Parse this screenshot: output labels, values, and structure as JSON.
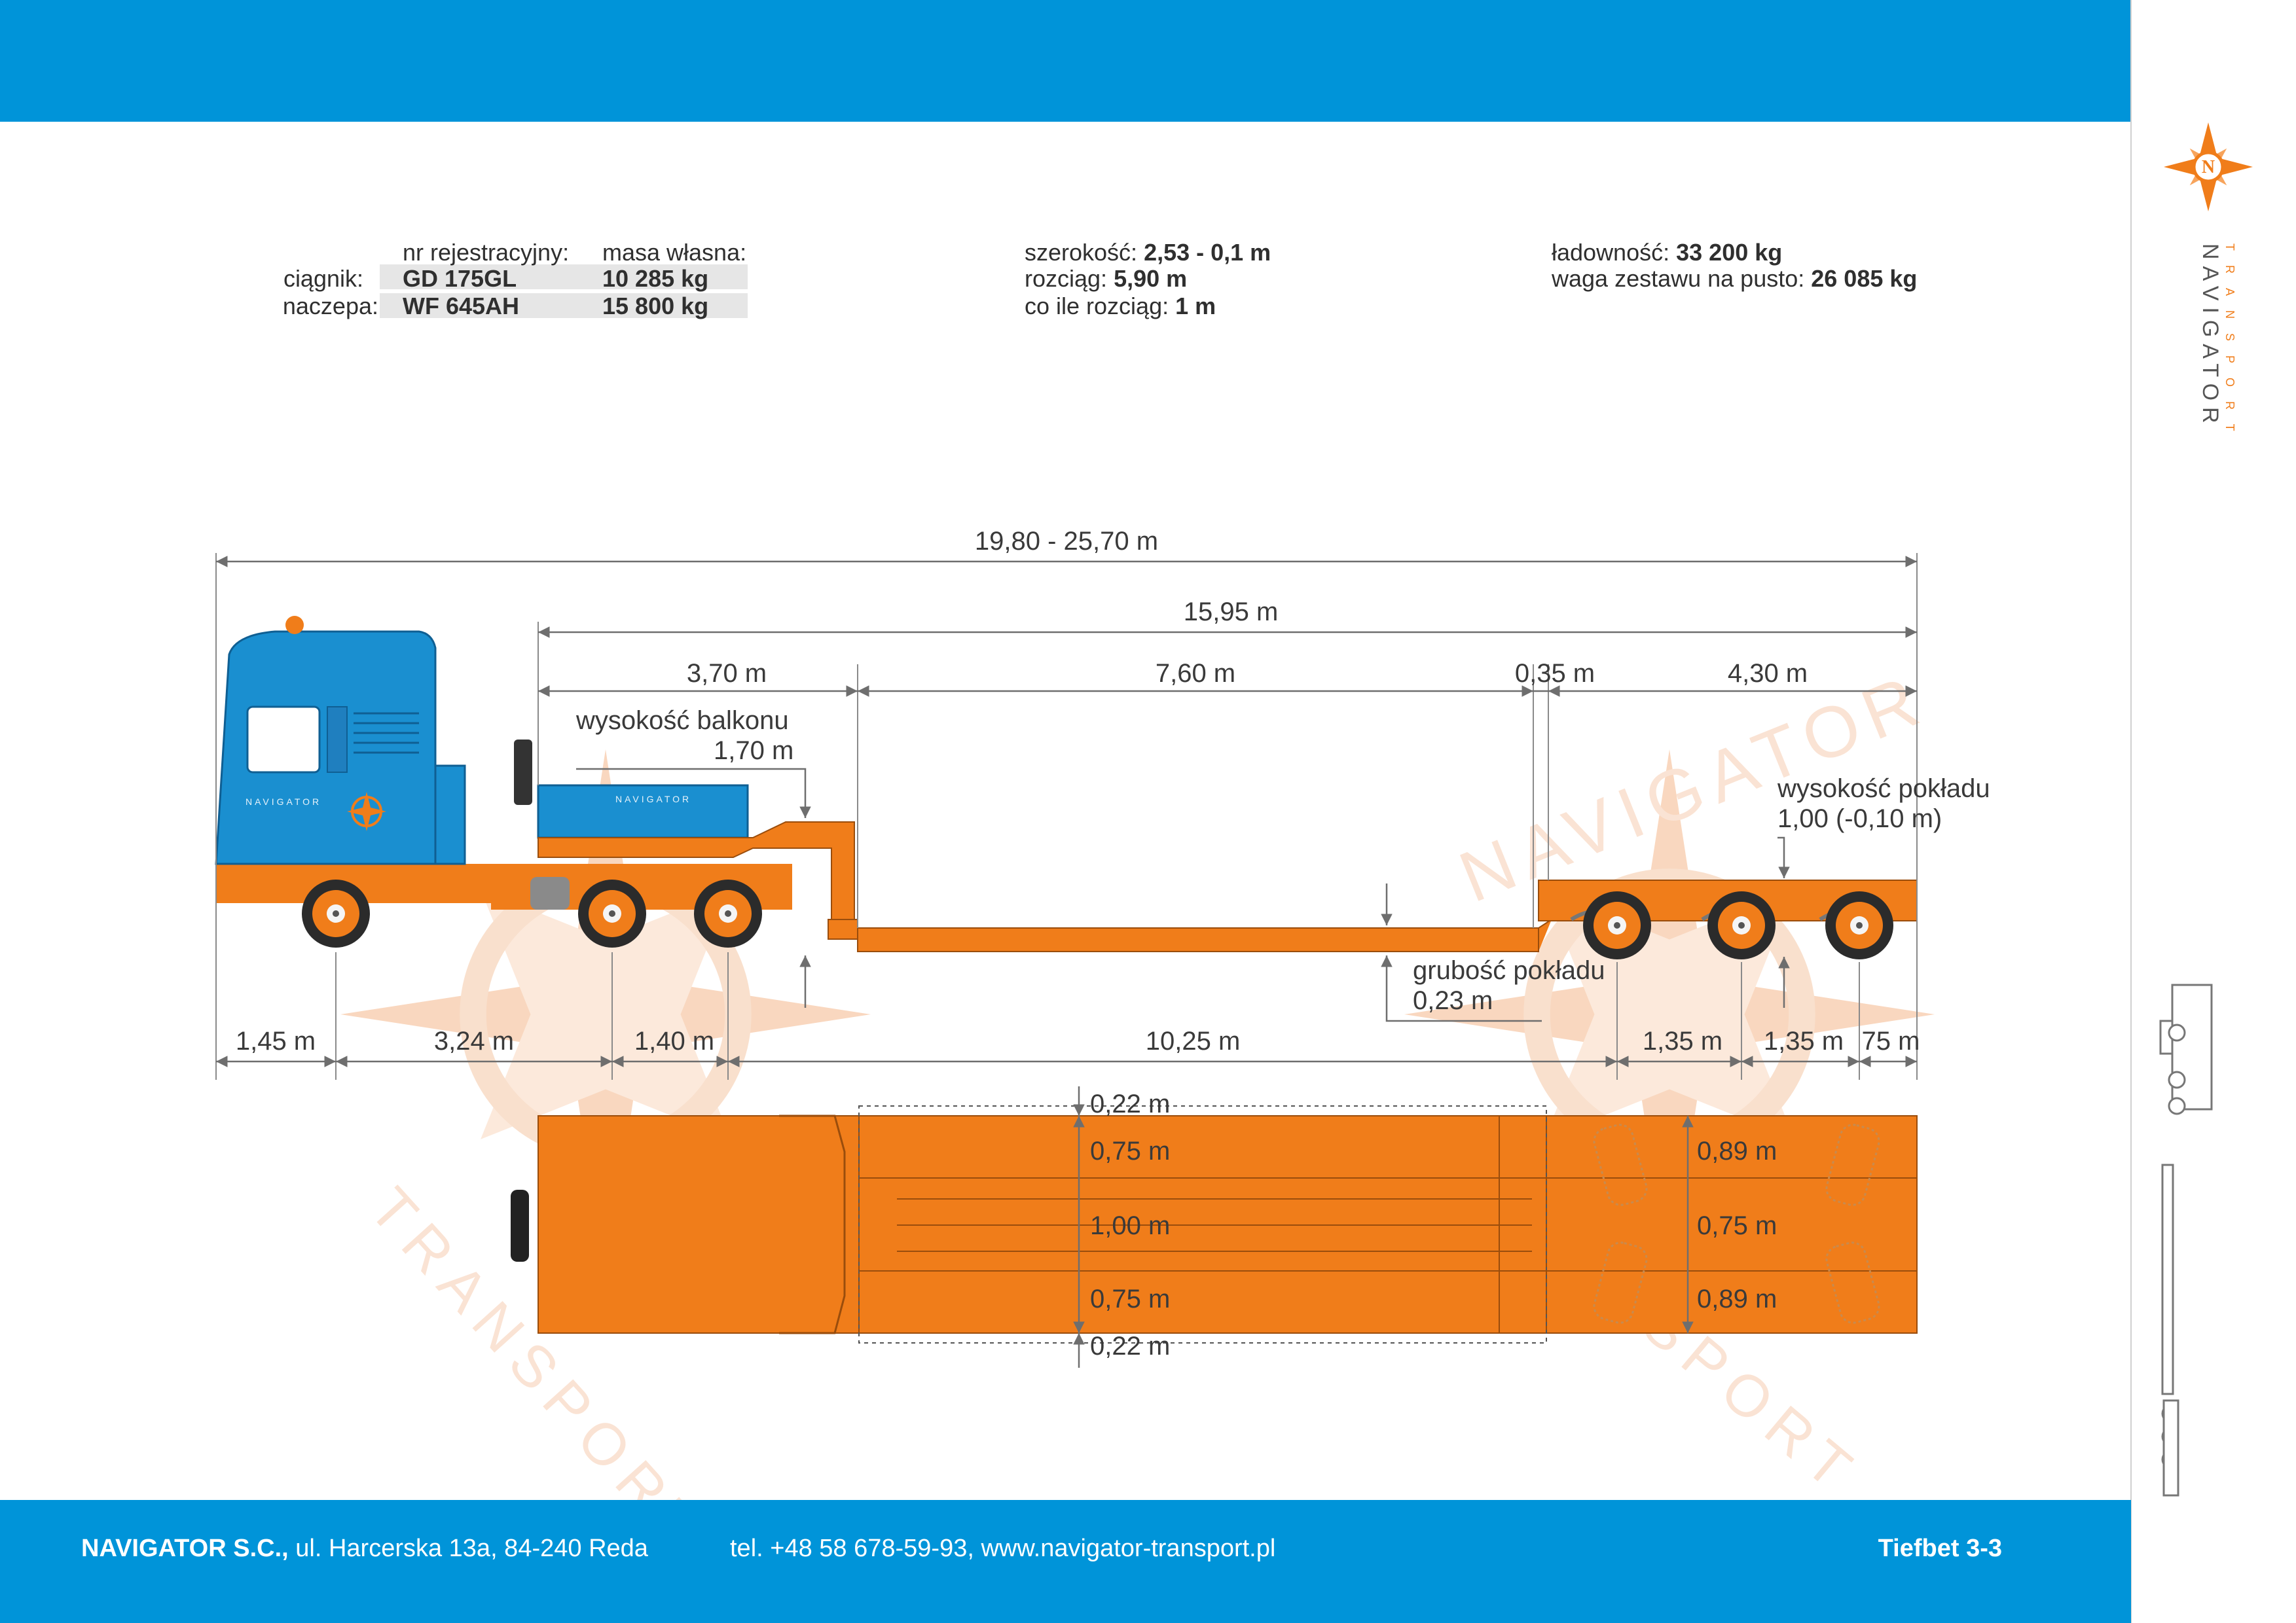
{
  "brand": {
    "logo_text": "NAVIGATOR",
    "logo_subtext": "TRANSPORT",
    "header_color": "#0094d9",
    "accent_color": "#f07d1a",
    "truck_blue": "#1a8fd0"
  },
  "specs": {
    "reg_header": "nr rejestracyjny:",
    "mass_header": "masa własna:",
    "rows": [
      {
        "label": "ciągnik:",
        "reg": "GD 175GL",
        "mass": "10 285 kg"
      },
      {
        "label": "naczepa:",
        "reg": "WF 645AH",
        "mass": "15 800 kg"
      }
    ],
    "width_label": "szerokość:",
    "width_value": "2,53 - 0,1 m",
    "extension_label": "rozciąg:",
    "extension_value": "5,90 m",
    "step_label": "co ile rozciąg:",
    "step_value": "1 m",
    "payload_label": "ładowność:",
    "payload_value": "33 200 kg",
    "empty_weight_label": "waga zestawu na pusto:",
    "empty_weight_value": "26 085 kg"
  },
  "side_view": {
    "overall_length": "19,80 - 25,70 m",
    "trailer_length": "15,95 m",
    "gooseneck_length": "3,70 m",
    "deck_length": "7,60 m",
    "gap_length": "0,35 m",
    "rear_length": "4,30 m",
    "balcony_height_label": "wysokość balkonu",
    "balcony_height_value": "1,70 m",
    "deck_height_label": "wysokość pokładu",
    "deck_height_value": "1,00 (-0,10 m)",
    "deck_thickness_label": "grubość pokładu",
    "deck_thickness_value": "0,23 m",
    "bottom_dims": [
      "1,45 m",
      "3,24 m",
      "1,40 m",
      "10,25 m",
      "1,35 m",
      "1,35 m",
      "75 m"
    ],
    "truck_text": "NAVIGATOR",
    "trailer_text": "NAVIGATOR"
  },
  "top_view": {
    "widths": [
      "0,22 m",
      "0,75 m",
      "1,00 m",
      "0,75 m",
      "0,22 m"
    ],
    "rear_widths": [
      "0,89 m",
      "0,75 m",
      "0,89 m"
    ]
  },
  "footer": {
    "company": "NAVIGATOR S.C.,",
    "address": "ul. Harcerska  13a, 84-240 Reda",
    "contact": "tel.  +48 58 678-59-93, www.navigator-transport.pl",
    "model": "Tiefbet 3-3"
  }
}
